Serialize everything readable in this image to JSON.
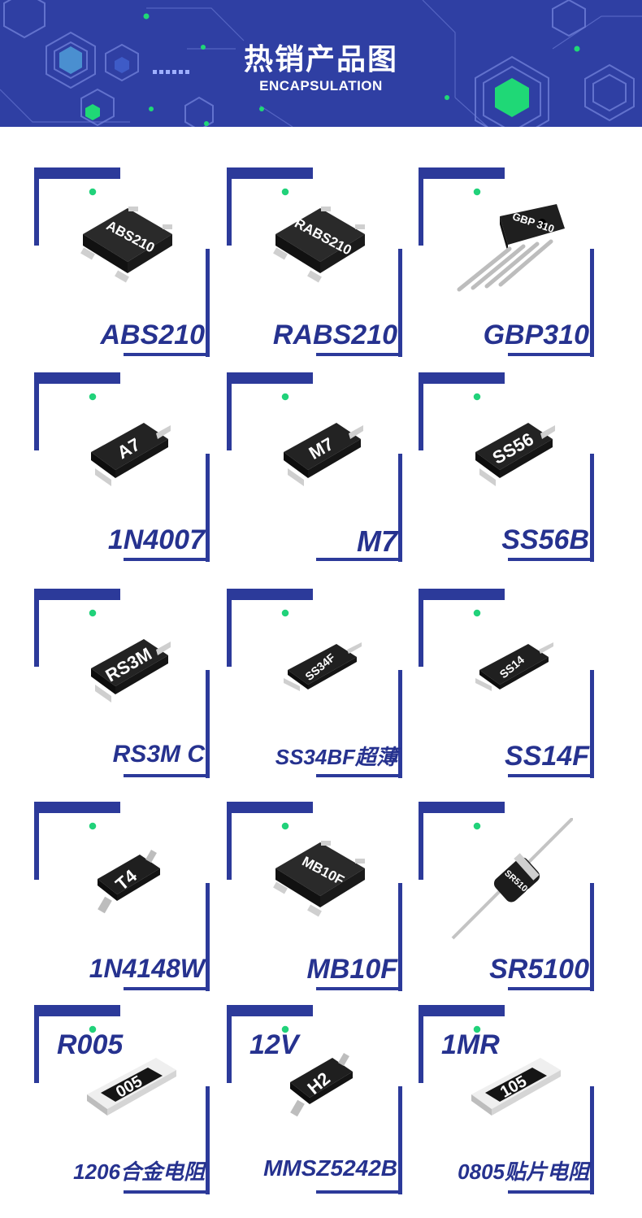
{
  "banner": {
    "title": "热销产品图",
    "subtitle": "ENCAPSULATION",
    "bg_color": "#2f3fa3",
    "accent_color": "#21d27a"
  },
  "products": [
    {
      "label": "ABS210",
      "marking": "ABS210",
      "package": "smd-bridge"
    },
    {
      "label": "RABS210",
      "marking": "RABS210",
      "package": "smd-bridge"
    },
    {
      "label": "GBP310",
      "marking": "GBP 310",
      "package": "through-hole-bridge"
    },
    {
      "label": "1N4007",
      "marking": "A7",
      "package": "sma-diode"
    },
    {
      "label": "M7",
      "marking": "M7",
      "package": "small-diode"
    },
    {
      "label": "SS56B",
      "marking": "SS56",
      "package": "smb-diode"
    },
    {
      "label": "RS3M C",
      "marking": "RS3M",
      "package": "smc-diode"
    },
    {
      "label": "SS34BF超薄",
      "marking": "SS34F",
      "package": "flat-diode"
    },
    {
      "label": "SS14F",
      "marking": "SS14",
      "package": "flat-diode"
    },
    {
      "label": "1N4148W",
      "marking": "T4",
      "package": "sod123"
    },
    {
      "label": "MB10F",
      "marking": "MB10F",
      "package": "smd-bridge"
    },
    {
      "label": "SR5100",
      "marking": "SR5100",
      "package": "axial-diode"
    },
    {
      "label": "1206合金电阻",
      "marking": "005",
      "top_label": "R005",
      "package": "chip-resistor"
    },
    {
      "label": "MMSZ5242B",
      "marking": "H2",
      "top_label": "12V",
      "package": "sod123"
    },
    {
      "label": "0805贴片电阻",
      "marking": "105",
      "top_label": "1MR",
      "package": "chip-resistor"
    }
  ],
  "colors": {
    "frame": "#2c3a9a",
    "label": "#26328f",
    "chip_body": "#1a1a1a",
    "lead": "#c9c9c9"
  }
}
